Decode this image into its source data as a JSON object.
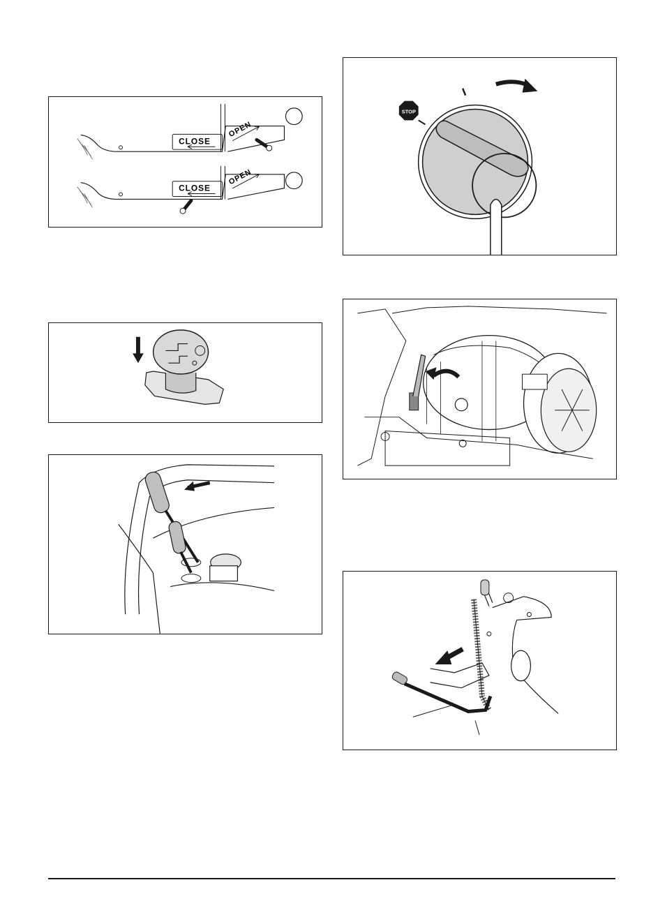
{
  "figures": {
    "valve": {
      "close_label": "CLOSE",
      "open_label": "OPEN"
    },
    "ignition": {
      "stop_label": "STOP"
    }
  }
}
